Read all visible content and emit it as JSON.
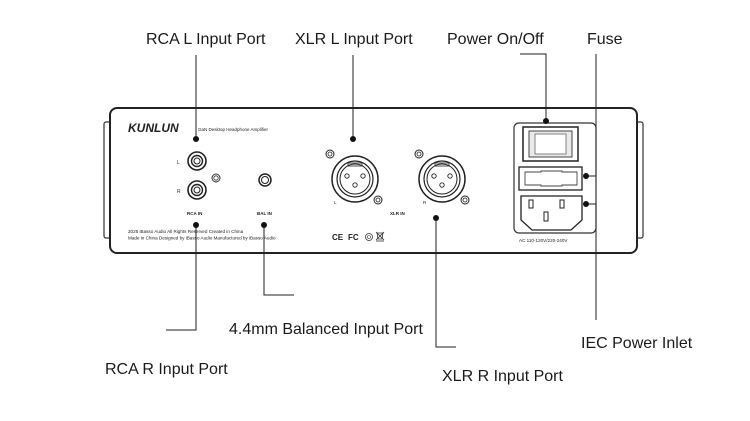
{
  "callouts": {
    "rca_l": "RCA L Input Port",
    "xlr_l": "XLR L Input Port",
    "power": "Power On/Off",
    "fuse": "Fuse",
    "rca_r": "RCA R Input Port",
    "bal": "4.4mm Balanced Input Port",
    "xlr_r": "XLR R Input Port",
    "iec": "IEC Power Inlet"
  },
  "panel": {
    "brand": "KUNLUN",
    "product": "GaN Desktop Headphone Amplifier",
    "rca_l_mark": "L",
    "rca_r_mark": "R",
    "rca_in": "RCA IN",
    "bal_in": "BAL IN",
    "xlr_l_mark": "L",
    "xlr_r_mark": "R",
    "xlr_in": "XLR IN",
    "copyright_line1": "2025 iBasso Audio All Rights Reserved Created in China",
    "copyright_line2": "Made in China  Designed by iBasso Audio Manufactured by iBasso Audio",
    "ce_mark": "CE",
    "fc_mark": "FC",
    "ac_rating": "AC 110-120V/220-240V"
  },
  "icons": [
    "ce-mark-icon",
    "fcc-mark-icon",
    "recycle-icon",
    "weee-bin-icon"
  ]
}
